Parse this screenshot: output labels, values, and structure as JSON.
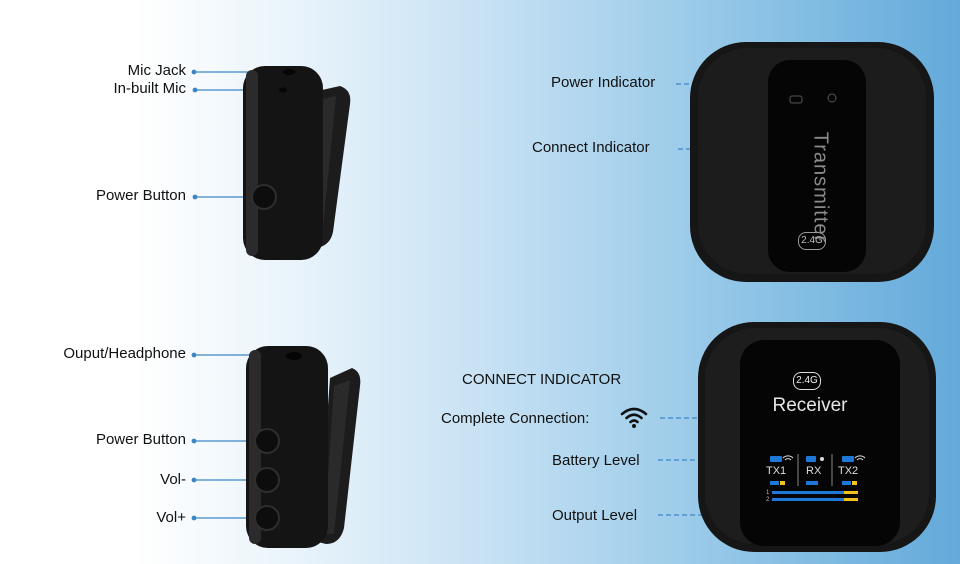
{
  "transmitter_side": {
    "mic_jack": "Mic Jack",
    "inbuilt_mic": "In-built Mic",
    "power_button": "Power Button"
  },
  "receiver_side": {
    "output_headphone": "Ouput/Headphone",
    "power_button": "Power Button",
    "vol_minus": "Vol-",
    "vol_plus": "Vol+"
  },
  "transmitter_front": {
    "power_indicator": "Power Indicator",
    "connect_indicator": "Connect  Indicator",
    "device_label": "Transmitter",
    "band_badge": "2.4G"
  },
  "receiver_front": {
    "section_heading": "CONNECT INDICATOR",
    "complete_connection": "Complete Connection:",
    "battery_level": "Battery Level",
    "output_level": "Output Level",
    "band_badge": "2.4G",
    "device_label": "Receiver",
    "channels": [
      "TX1",
      "RX",
      "TX2"
    ]
  },
  "colors": {
    "leader_line": "#3d86c6",
    "device_body": "#151515",
    "screen_blue": "#1e78d8",
    "level_yellow": "#f2c21a"
  },
  "icons": [
    "wifi-icon"
  ]
}
